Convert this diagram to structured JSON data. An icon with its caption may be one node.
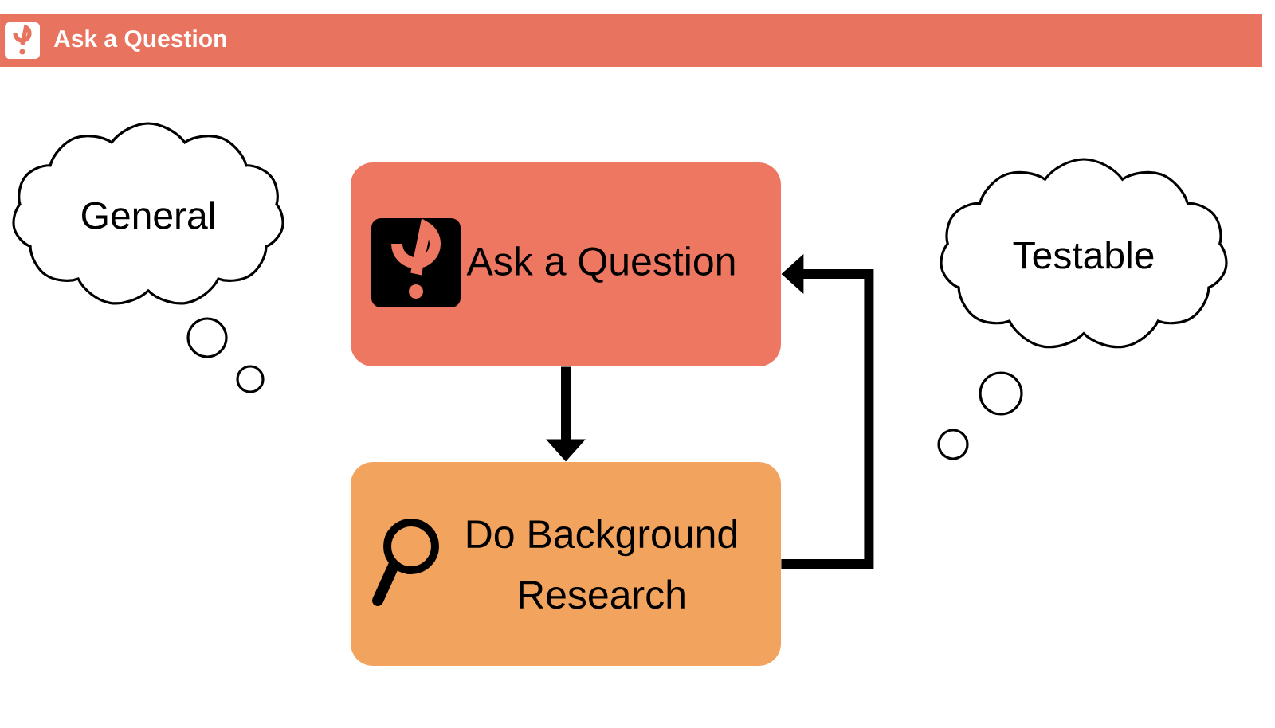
{
  "diagram": {
    "title": "Ask a Question",
    "nodes": [
      {
        "text": [
          "General"
        ]
      },
      {
        "text": [
          "Ask a Question"
        ]
      },
      {
        "text": [
          "Do Background Research"
        ]
      },
      {
        "text": [
          "Testable"
        ]
      }
    ],
    "edges": [
      {
        "from": 1,
        "to": 2,
        "arrow": "to"
      },
      {
        "from": 2,
        "to": 1,
        "arrow": "to"
      }
    ]
  }
}
